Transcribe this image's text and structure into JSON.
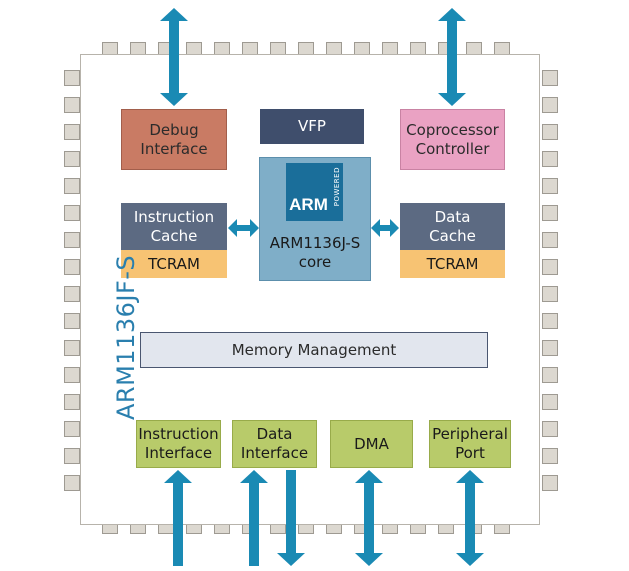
{
  "colors": {
    "arrow": "#1a8ab4",
    "debug": "#c97b64",
    "vfp": "#3f4e6c",
    "coprocessor": "#eaa2c3",
    "cache": "#5c6a82",
    "tcram": "#f7c373",
    "core": "#7faec8",
    "memory": "#e2e6ee",
    "interface": "#b8cb6a",
    "chip_label": "#2a7fae"
  },
  "chip_label": "ARM1136JF-S",
  "blocks": {
    "debug": "Debug\nInterface",
    "vfp": "VFP",
    "coprocessor": "Coprocessor\nController",
    "instruction_cache": "Instruction\nCache",
    "instruction_tcram": "TCRAM",
    "core": "ARM1136J-S\ncore",
    "data_cache": "Data\nCache",
    "data_tcram": "TCRAM",
    "memory_management": "Memory Management",
    "instruction_interface": "Instruction\nInterface",
    "data_interface": "Data\nInterface",
    "dma": "DMA",
    "peripheral_port": "Peripheral\nPort"
  },
  "logo": {
    "main": "ARM",
    "sub": "POWERED",
    "icon": "arm-powered-logo"
  }
}
